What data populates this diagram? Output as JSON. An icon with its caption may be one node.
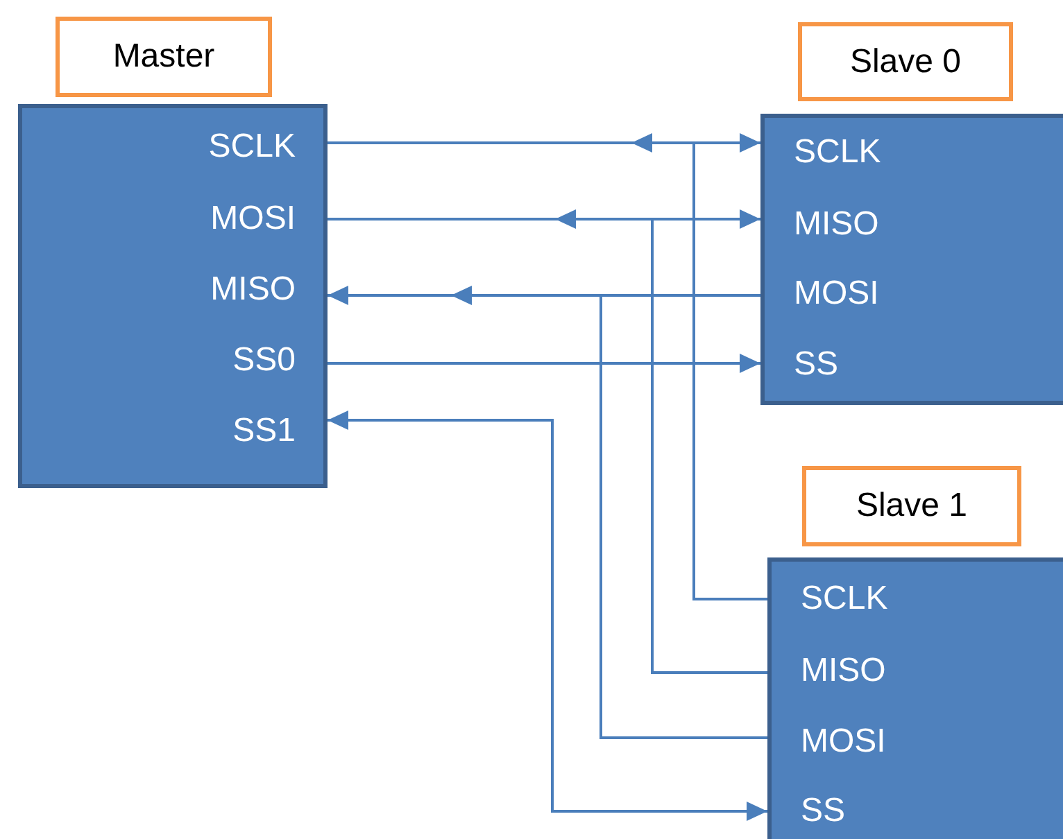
{
  "diagram": {
    "nodes": [
      {
        "text": [
          "Master"
        ]
      },
      {
        "text": [],
        "shape": "box"
      },
      {
        "text": [
          "SCLK"
        ],
        "in": 1
      },
      {
        "text": [
          "MOSI"
        ],
        "in": 1
      },
      {
        "text": [
          "MISO"
        ],
        "in": 1
      },
      {
        "text": [
          "SS0"
        ],
        "in": 1
      },
      {
        "text": [
          "SS1"
        ],
        "in": 1
      },
      {
        "text": [
          "Slave 0"
        ]
      },
      {
        "text": [],
        "shape": "box"
      },
      {
        "text": [
          "SCLK"
        ],
        "in": 8
      },
      {
        "text": [
          "MISO"
        ],
        "in": 8
      },
      {
        "text": [
          "MOSI"
        ],
        "in": 8
      },
      {
        "text": [
          "SS"
        ],
        "in": 8
      },
      {
        "text": [
          "Slave 1"
        ]
      },
      {
        "text": [],
        "shape": "box"
      },
      {
        "text": [
          "SCLK"
        ],
        "in": 14
      },
      {
        "text": [
          "MISO"
        ],
        "in": 14
      },
      {
        "text": [
          "MOSI"
        ],
        "in": 14
      },
      {
        "text": [
          "SS"
        ],
        "in": 14
      }
    ],
    "edges": [
      {
        "from": 2,
        "to": 9,
        "arrow": "to"
      },
      {
        "from": 15,
        "to": 2,
        "arrow": "to"
      },
      {
        "from": 3,
        "to": 10,
        "arrow": "to"
      },
      {
        "from": 16,
        "to": 3,
        "arrow": "to"
      },
      {
        "from": 11,
        "to": 4,
        "arrow": "to"
      },
      {
        "from": 17,
        "to": 4,
        "arrow": "to"
      },
      {
        "from": 5,
        "to": 12,
        "arrow": "to"
      },
      {
        "from": 6,
        "to": 18,
        "arrow": "both"
      }
    ]
  }
}
